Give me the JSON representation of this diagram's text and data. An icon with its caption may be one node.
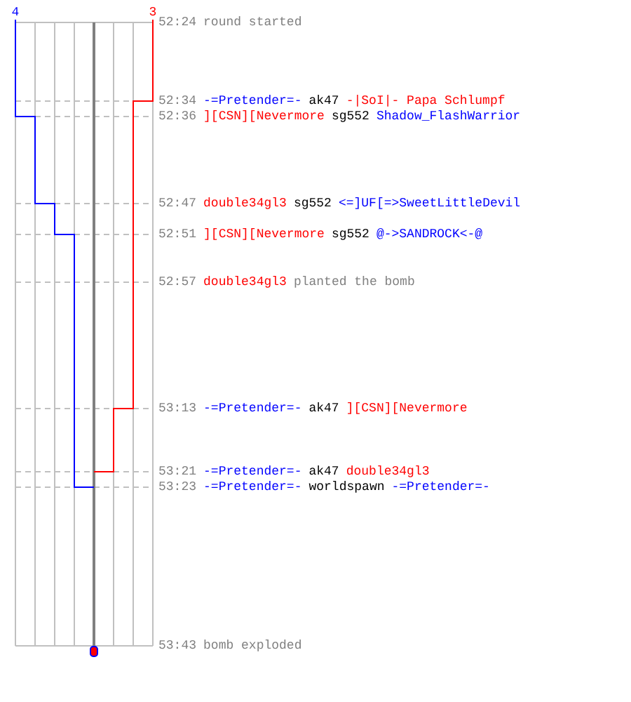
{
  "diagram": {
    "nodes": [
      {
        "text": [
          "4"
        ]
      },
      {
        "text": [
          "3"
        ]
      }
    ],
    "edges": [
      {
        "from": 0,
        "to": null,
        "arrow": "none",
        "color": "#0000ff"
      },
      {
        "from": 1,
        "to": null,
        "arrow": "none",
        "color": "#ff0000"
      }
    ],
    "labels": [
      "52:24",
      "round started",
      "52:34",
      "-=Pretender=-",
      "ak47",
      "-|SoI|- Papa Schlumpf",
      "52:36",
      "][CSN][Nevermore",
      "sg552",
      "Shadow_FlashWarrior",
      "52:47",
      "double34gl3",
      "sg552",
      "<=]UF[=>SweetLittleDevil",
      "52:51",
      "][CSN][Nevermore",
      "sg552",
      "@->SANDROCK<-@",
      "52:57",
      "double34gl3",
      "planted the bomb",
      "53:13",
      "-=Pretender=-",
      "ak47",
      "][CSN][Nevermore",
      "53:21",
      "-=Pretender=-",
      "ak47",
      "double34gl3",
      "53:23",
      "-=Pretender=-",
      "worldspawn",
      "-=Pretender=-",
      "53:43",
      "bomb exploded"
    ]
  }
}
